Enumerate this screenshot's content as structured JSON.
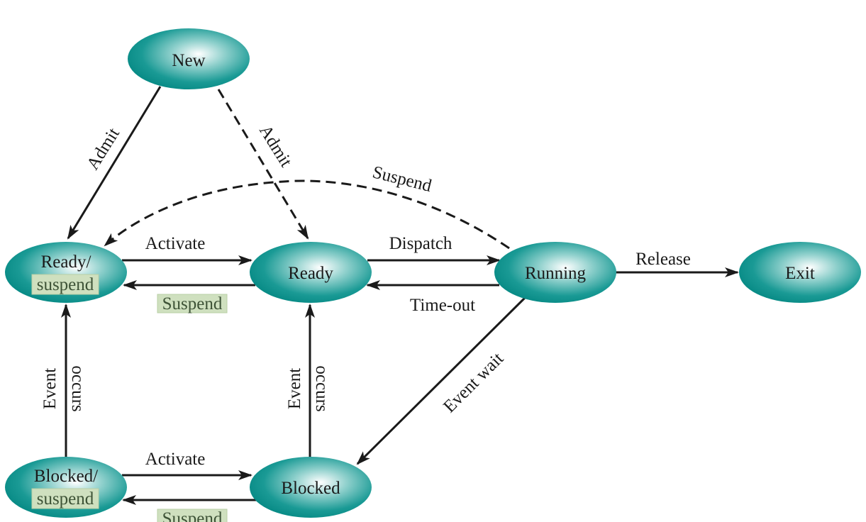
{
  "title": "Process state transition diagram with suspend states",
  "colors": {
    "node_fill_edge": "#0a8d88",
    "node_fill_center": "#ffffff",
    "edge_stroke": "#1a1a1a",
    "highlight_fill": "#cfe0bf"
  },
  "nodes": {
    "new": {
      "label": "New"
    },
    "ready_suspend": {
      "label_line1": "Ready/",
      "label_line2": "suspend"
    },
    "ready": {
      "label": "Ready"
    },
    "running": {
      "label": "Running"
    },
    "exit": {
      "label": "Exit"
    },
    "blocked_suspend": {
      "label_line1": "Blocked/",
      "label_line2": "suspend"
    },
    "blocked": {
      "label": "Blocked"
    }
  },
  "edges": {
    "admit_to_ready_suspend": {
      "label": "Admit",
      "from": "New",
      "to": "Ready/suspend",
      "style": "solid"
    },
    "admit_to_ready": {
      "label": "Admit",
      "from": "New",
      "to": "Ready",
      "style": "dashed"
    },
    "suspend_running_to_ready_suspend": {
      "label": "Suspend",
      "from": "Running",
      "to": "Ready/suspend",
      "style": "dashed"
    },
    "activate_ready_suspend_to_ready": {
      "label": "Activate",
      "from": "Ready/suspend",
      "to": "Ready",
      "style": "solid"
    },
    "suspend_ready_to_ready_suspend": {
      "label": "Suspend",
      "from": "Ready",
      "to": "Ready/suspend",
      "style": "solid",
      "highlighted": true
    },
    "dispatch": {
      "label": "Dispatch",
      "from": "Ready",
      "to": "Running",
      "style": "solid"
    },
    "timeout": {
      "label": "Time-out",
      "from": "Running",
      "to": "Ready",
      "style": "solid"
    },
    "release": {
      "label": "Release",
      "from": "Running",
      "to": "Exit",
      "style": "solid"
    },
    "event_wait": {
      "label": "Event wait",
      "from": "Running",
      "to": "Blocked",
      "style": "solid"
    },
    "event_occurs_suspend": {
      "label_line1": "Event",
      "label_line2": "occurs",
      "from": "Blocked/suspend",
      "to": "Ready/suspend",
      "style": "solid"
    },
    "event_occurs": {
      "label_line1": "Event",
      "label_line2": "occurs",
      "from": "Blocked",
      "to": "Ready",
      "style": "solid"
    },
    "activate_blocked_suspend_to_blocked": {
      "label": "Activate",
      "from": "Blocked/suspend",
      "to": "Blocked",
      "style": "solid"
    },
    "suspend_blocked_to_blocked_suspend": {
      "label": "Suspend",
      "from": "Blocked",
      "to": "Blocked/suspend",
      "style": "solid",
      "highlighted": true
    }
  }
}
